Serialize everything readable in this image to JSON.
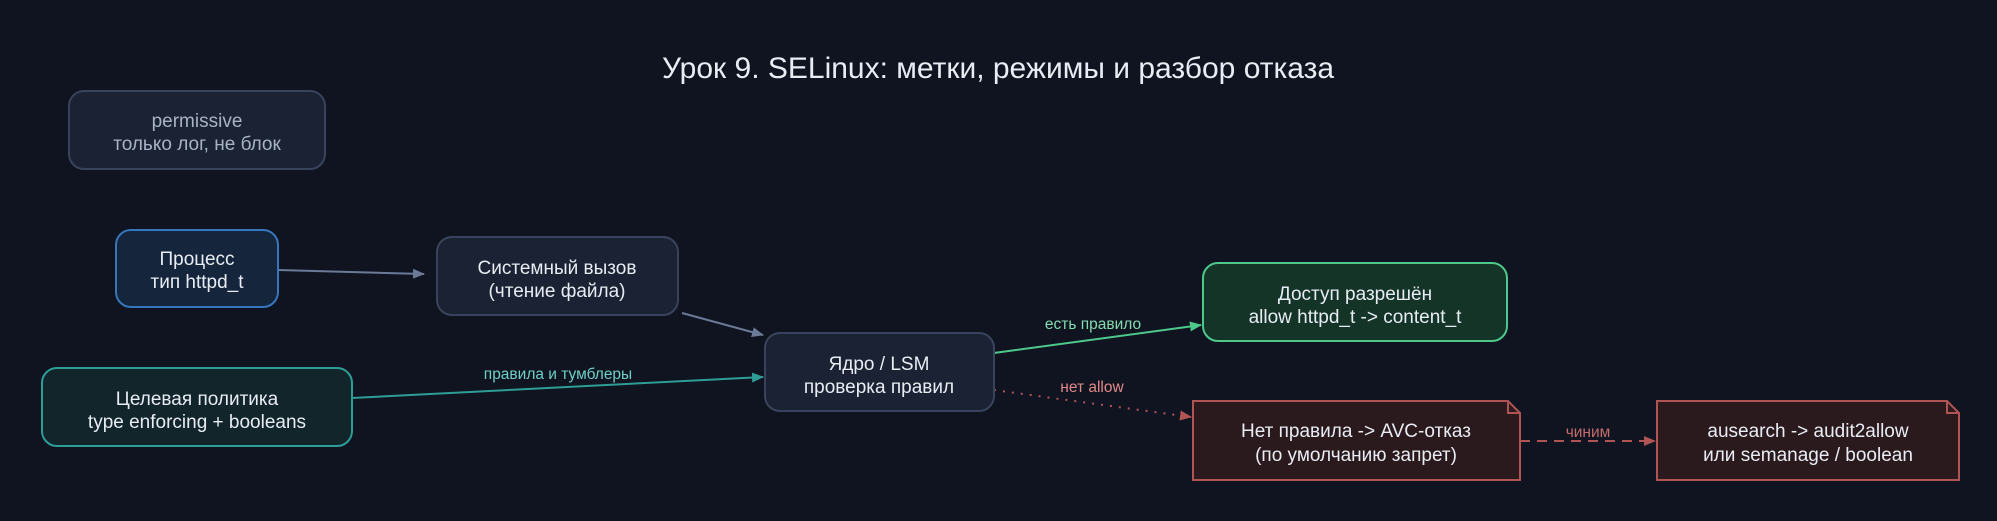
{
  "title": "Урок 9. SELinux: метки, режимы и разбор отказа",
  "colors": {
    "background": "#0f1420",
    "neutral_edge": "#6c7a98",
    "teal": "#2e9d95",
    "green": "#4ec88a",
    "red": "#b05454"
  },
  "nodes": {
    "permissive": {
      "line1": "permissive",
      "line2": "только лог, не блок"
    },
    "process": {
      "line1": "Процесс",
      "line2": "тип httpd_t"
    },
    "syscall": {
      "line1": "Системный вызов",
      "line2": "(чтение файла)"
    },
    "policy": {
      "line1": "Целевая политика",
      "line2": "type enforcing + booleans"
    },
    "kernel": {
      "line1": "Ядро / LSM",
      "line2": "проверка правил"
    },
    "allowed": {
      "line1": "Доступ разрешён",
      "line2": "allow httpd_t -> content_t"
    },
    "denied": {
      "line1": "Нет правила -> AVC-отказ",
      "line2": "(по умолчанию запрет)"
    },
    "fix": {
      "line1": "ausearch -> audit2allow",
      "line2": "или semanage / boolean"
    }
  },
  "edges": {
    "policy_kernel": "правила и тумблеры",
    "kernel_allowed": "есть правило",
    "kernel_denied": "нет allow",
    "denied_fix": "чиним"
  }
}
